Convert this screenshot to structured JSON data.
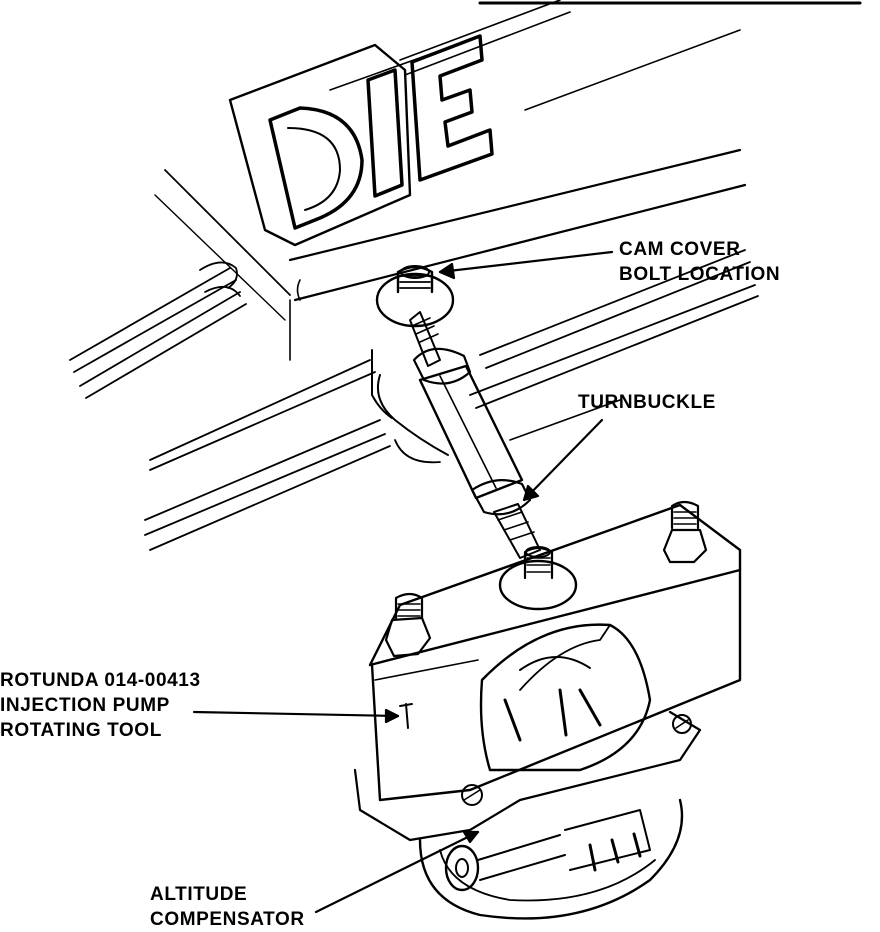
{
  "labels": {
    "cam_cover": {
      "line1": "CAM COVER",
      "line2": "BOLT LOCATION"
    },
    "turnbuckle": {
      "line1": "TURNBUCKLE"
    },
    "rotunda": {
      "line1": "ROTUNDA 014-00413",
      "line2": "INJECTION PUMP",
      "line3": "ROTATING TOOL"
    },
    "altitude": {
      "line1": "ALTITUDE",
      "line2": "COMPENSATOR"
    }
  },
  "embossed_text": "DIE",
  "colors": {
    "ink": "#000000",
    "paper": "#ffffff"
  }
}
